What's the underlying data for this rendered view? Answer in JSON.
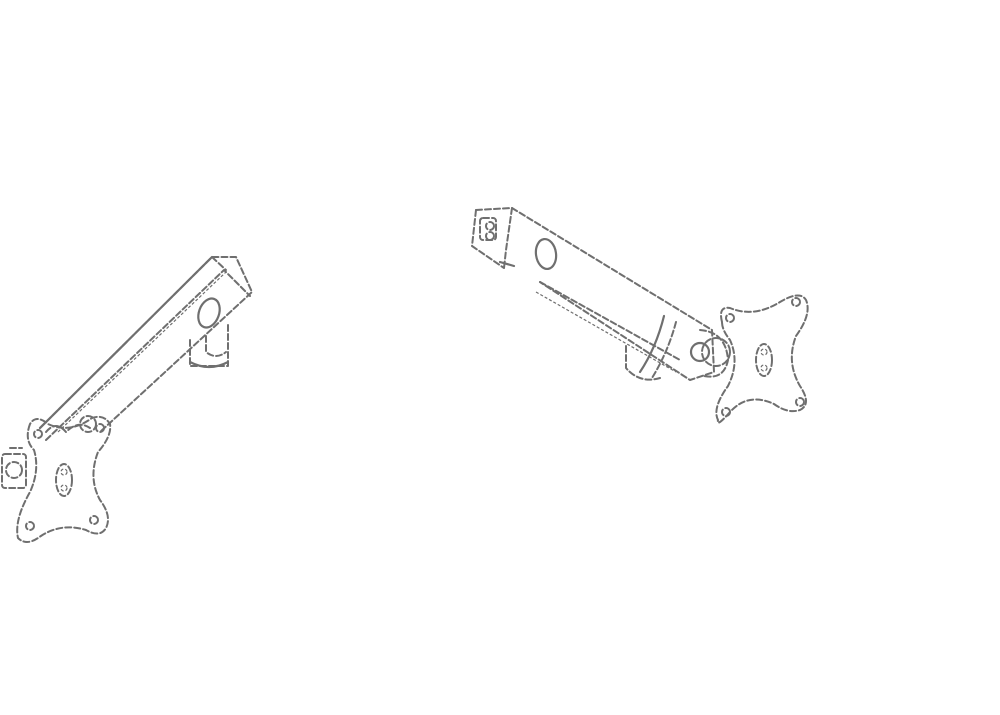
{
  "figure": {
    "background_color": "#ffffff",
    "line_color": "#6f6f6f",
    "style": "dashed-outline patent drawing",
    "views": [
      {
        "name": "monitor-arm-view-left",
        "icon": "monitor-arm-diagram"
      },
      {
        "name": "monitor-arm-view-right",
        "icon": "monitor-arm-diagram"
      }
    ]
  }
}
